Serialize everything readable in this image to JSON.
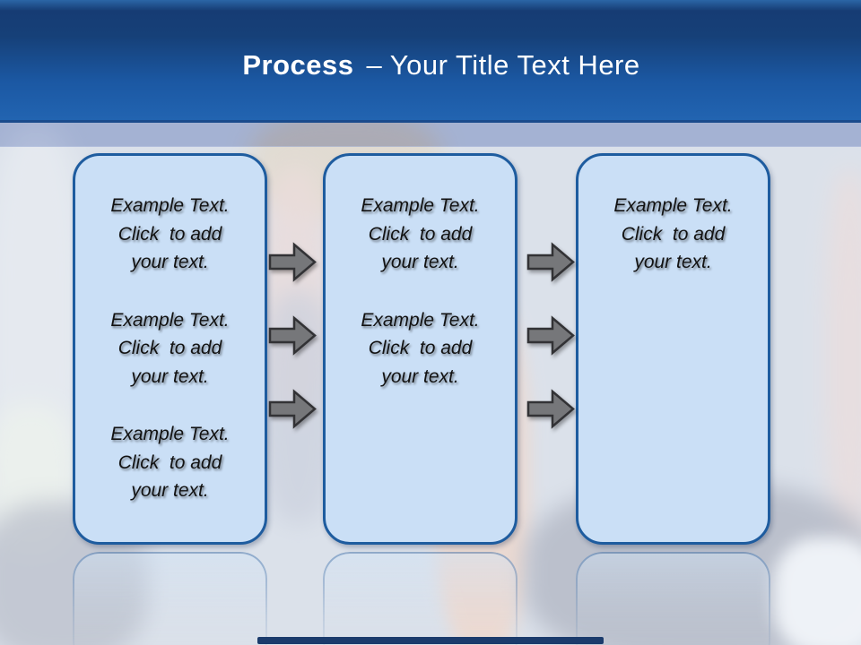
{
  "title": {
    "bold": "Process",
    "rest": "– Your Title Text Here"
  },
  "boxes": [
    {
      "name": "step-1",
      "paragraphs": [
        "Example Text.\nClick  to add\nyour text.",
        "Example Text.\nClick  to add\nyour text.",
        "Example Text.\nClick  to add\nyour text."
      ]
    },
    {
      "name": "step-2",
      "paragraphs": [
        "Example Text.\nClick  to add\nyour text.",
        "Example Text.\nClick  to add\nyour text."
      ]
    },
    {
      "name": "step-3",
      "paragraphs": [
        "Example Text.\nClick  to add\nyour text."
      ]
    }
  ],
  "arrows": {
    "between_step1_and_step2": 3,
    "between_step2_and_step3": 3,
    "direction": "right"
  },
  "colors": {
    "header_gradient_top": "#163C74",
    "header_gradient_bottom": "#2264B1",
    "title_text": "#FFFFFF",
    "box_fill": "#CADFF6",
    "box_border": "#1E5C9F",
    "box_text": "#121212",
    "arrow_fill": "#76777A",
    "arrow_outline": "#323235",
    "accent_bar": "#1B3B6C"
  }
}
